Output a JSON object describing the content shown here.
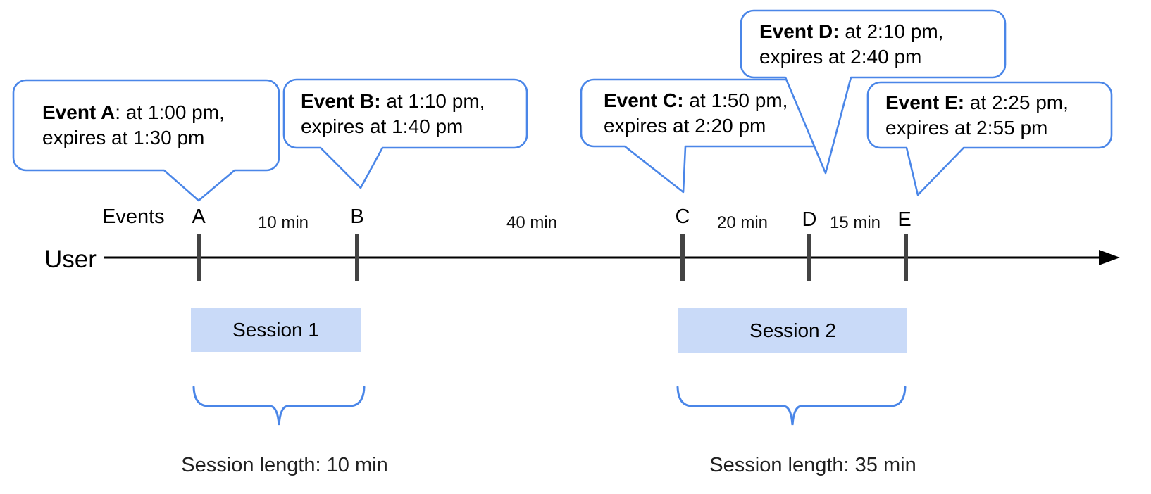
{
  "theme": {
    "accent_blue": "#4a86e8",
    "session_fill": "#c9daf8",
    "tick_color": "#434343",
    "line_color": "#000000",
    "text_color": "#000000"
  },
  "bubbles": [
    {
      "bold": "Event A",
      "rest": ": at 1:00 pm,",
      "line2": "expires at 1:30 pm"
    },
    {
      "bold": "Event B:",
      "rest": " at 1:10 pm,",
      "line2": "expires at 1:40 pm"
    },
    {
      "bold": "Event C:",
      "rest": " at 1:50 pm,",
      "line2": "expires at 2:20 pm"
    },
    {
      "bold": "Event D:",
      "rest": " at 2:10 pm,",
      "line2": "expires at 2:40 pm"
    },
    {
      "bold": "Event E:",
      "rest": " at 2:25 pm,",
      "line2": "expires at 2:55 pm"
    }
  ],
  "timeline": {
    "events_label": "Events",
    "user_label": "User",
    "marks": [
      "A",
      "B",
      "C",
      "D",
      "E"
    ],
    "intervals": [
      "10 min",
      "40 min",
      "20 min",
      "15 min"
    ]
  },
  "sessions": [
    {
      "label": "Session 1",
      "length": "Session length: 10 min"
    },
    {
      "label": "Session 2",
      "length": "Session length: 35 min"
    }
  ]
}
